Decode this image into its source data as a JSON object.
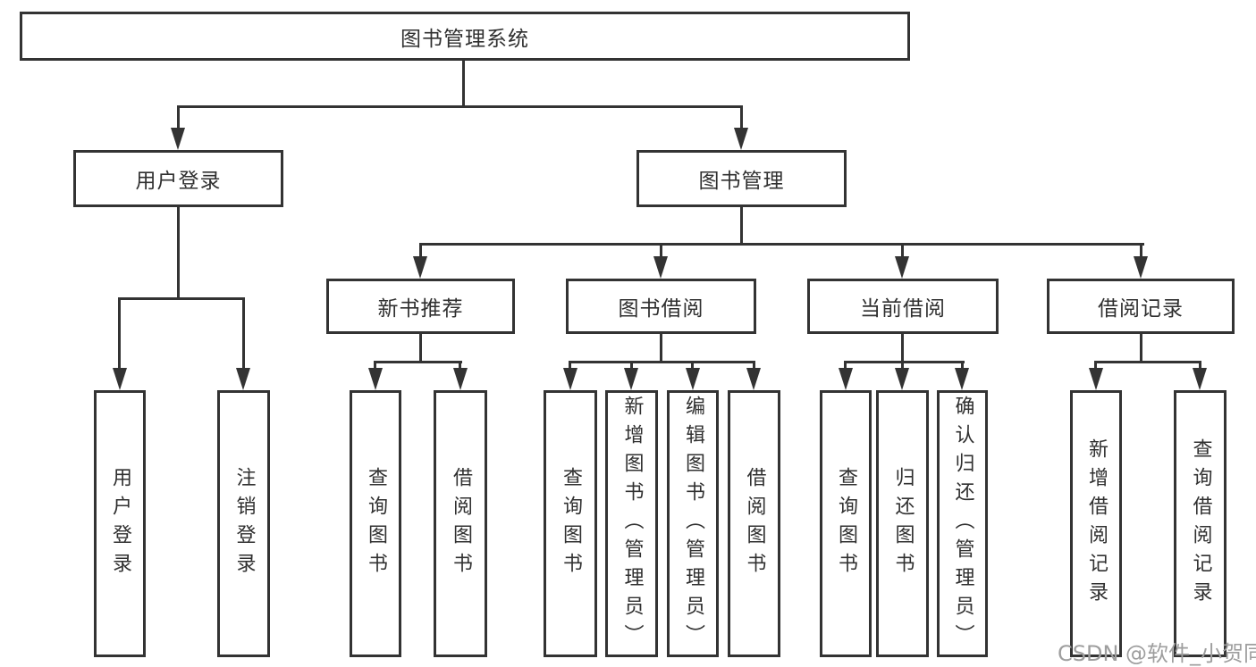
{
  "tree": {
    "label": "图书管理系统",
    "children": [
      {
        "label": "用户登录",
        "children": [
          {
            "label": "用户登录"
          },
          {
            "label": "注销登录"
          }
        ]
      },
      {
        "label": "图书管理",
        "children": [
          {
            "label": "新书推荐",
            "children": [
              {
                "label": "查询图书"
              },
              {
                "label": "借阅图书"
              }
            ]
          },
          {
            "label": "图书借阅",
            "children": [
              {
                "label": "查询图书"
              },
              {
                "label": "新增图书（管理员）"
              },
              {
                "label": "编辑图书（管理员）"
              },
              {
                "label": "借阅图书"
              }
            ]
          },
          {
            "label": "当前借阅",
            "children": [
              {
                "label": "查询图书"
              },
              {
                "label": "归还图书"
              },
              {
                "label": "确认归还（管理员）"
              }
            ]
          },
          {
            "label": "借阅记录",
            "children": [
              {
                "label": "新增借阅记录"
              },
              {
                "label": "查询借阅记录"
              }
            ]
          }
        ]
      }
    ]
  },
  "watermark": "CSDN @软件_小贺同学",
  "colors": {
    "line": "#333333",
    "text": "#303030",
    "watermark": "#9e9e9e",
    "background": "#ffffff"
  }
}
